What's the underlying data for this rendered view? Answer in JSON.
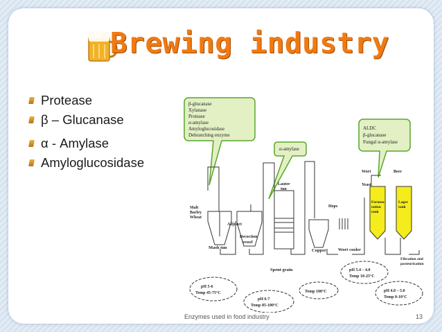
{
  "slide": {
    "title": "Brewing industry",
    "bullets": [
      "Protease",
      "β – Glucanase",
      "α - Amylase",
      "Amyloglucosidase"
    ],
    "footer_text": "Enzymes used in food industry",
    "page_number": "13"
  },
  "diagram": {
    "callout_main": [
      "β-glucanase",
      "Xylanase",
      "Protease",
      "α-amylase",
      "Amyloglucosidase",
      "Debranching enzyme"
    ],
    "callout_small": "α-amylase",
    "callout_right": [
      "ALDC",
      "β-glucanase",
      "Fungal α-amylase"
    ],
    "vessels": {
      "mash_tun": "Mash tun",
      "decoction_vessel": [
        "Decoction",
        "vessel"
      ],
      "lauter_tun": [
        "Lauter",
        "tun"
      ],
      "copper": "Copper",
      "fermentation_tank": [
        "Fermen-",
        "tation",
        "tank"
      ],
      "lager_tank": [
        "Lager",
        "tank"
      ]
    },
    "inputs": {
      "malt": [
        "Malt",
        "Barley",
        "Wheat"
      ],
      "adjunct": "Adjunct",
      "hops": "Hops",
      "yeast": "Yeast",
      "wort": "Wort",
      "beer": "Beer"
    },
    "process_labels": {
      "spent_grain": "Spent grain",
      "wort_cooler": "Wort cooler",
      "filtration": [
        "Filtration and",
        "pasteurization"
      ]
    },
    "clouds": {
      "c1": [
        "pH 5-6",
        "Temp 45-75°C"
      ],
      "c2": [
        "pH 6-7",
        "Temp 85-100°C"
      ],
      "c3": "Temp 100°C",
      "c4": [
        "pH 5.4 – 4.0",
        "Temp 10-25°C"
      ],
      "c5": [
        "pH 4.0 – 5.0",
        "Temp 0-10°C"
      ]
    },
    "colors": {
      "callout_fill": "#e2f0c4",
      "callout_stroke": "#58a62a",
      "tank_fill": "#f4ec1c",
      "title_color": "#f07a12"
    }
  }
}
